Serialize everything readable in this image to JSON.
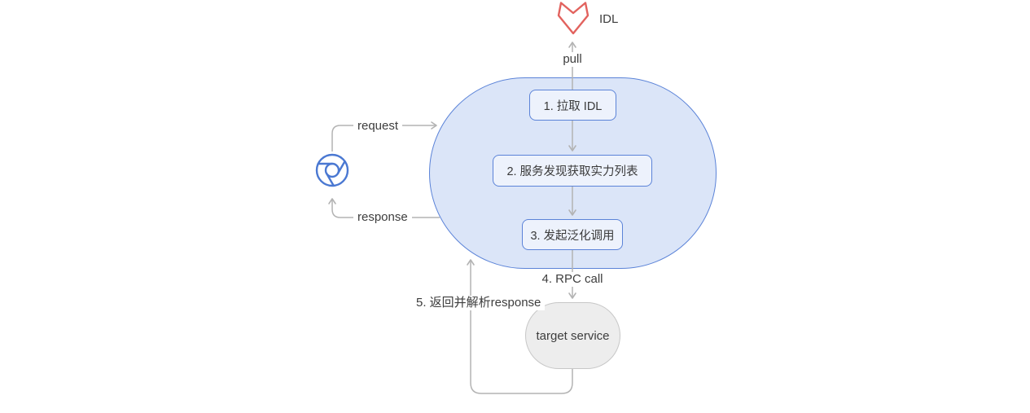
{
  "diagram": {
    "idl_repo": {
      "label": "IDL",
      "pull_label": "pull",
      "icon": "gitlab-icon",
      "icon_color": "#e2625e"
    },
    "browser_client": {
      "icon": "chrome-icon",
      "icon_color": "#4a78d2",
      "request_label": "request",
      "response_label": "response"
    },
    "pipeline": {
      "steps": [
        {
          "label": "1. 拉取 IDL"
        },
        {
          "label": "2. 服务发现获取实力列表"
        },
        {
          "label": "3. 发起泛化调用"
        }
      ],
      "fill_color": "#dbe5f8",
      "border_color": "#5b83d8",
      "step_fill_color": "#edf2fc"
    },
    "rpc_call_label": "4. RPC call",
    "return_label": "5. 返回并解析response",
    "target_service": {
      "label": "target service",
      "fill_color": "#ededed",
      "border_color": "#c7c7c7"
    },
    "arrow_color": "#b3b3b3",
    "text_color": "#3d3d3d"
  }
}
